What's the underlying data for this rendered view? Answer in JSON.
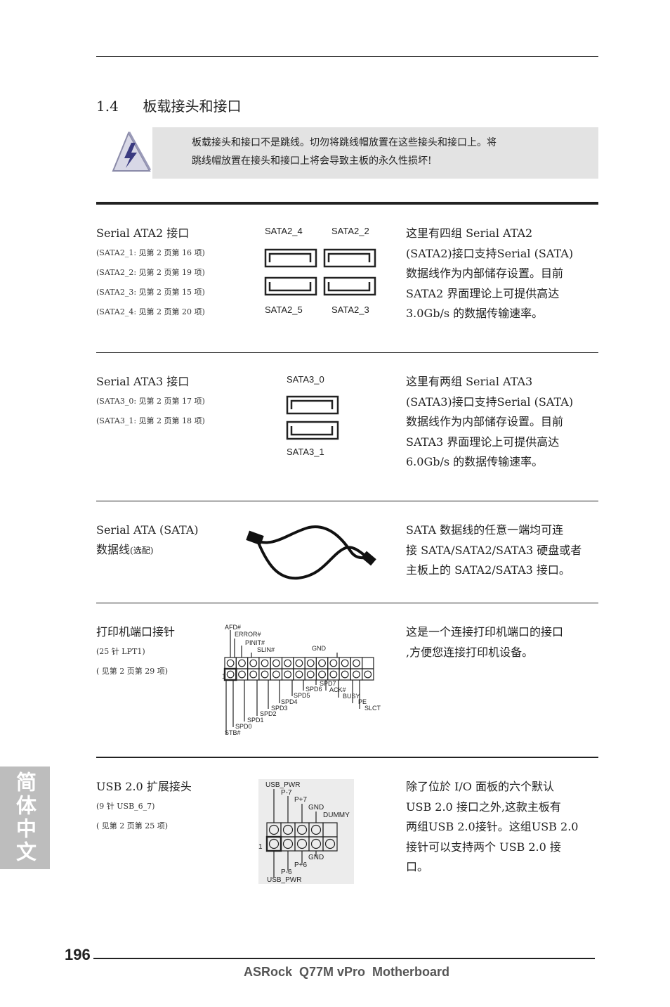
{
  "header": {
    "section_number": "1.4",
    "section_title": "板载接头和接口"
  },
  "warning": {
    "line1": "板载接头和接口不是跳线。切勿将跳线帽放置在这些接头和接口上。将",
    "line2": "跳线帽放置在接头和接口上将会导致主板的永久性损坏!"
  },
  "sata2": {
    "title": "Serial ATA2 接口",
    "refs": [
      "(SATA2_1: 见第 2 页第 16 项)",
      "(SATA2_2: 见第 2 页第 19 项)",
      "(SATA2_3: 见第 2 页第 15 项)",
      "(SATA2_4: 见第 2 页第 20 项)"
    ],
    "labels": {
      "top_left": "SATA2_4",
      "top_right": "SATA2_2",
      "bottom_left": "SATA2_5",
      "bottom_right": "SATA2_3"
    },
    "desc": [
      "这里有四组 Serial ATA2",
      "(SATA2)接口支持Serial (SATA)",
      "数据线作为内部储存设置。目前",
      "SATA2 界面理论上可提供高达",
      "3.0Gb/s 的数据传输速率。"
    ]
  },
  "sata3": {
    "title": "Serial ATA3 接口",
    "refs": [
      "(SATA3_0: 见第 2 页第 17 项)",
      "(SATA3_1: 见第 2 页第 18 项)"
    ],
    "labels": {
      "top": "SATA3_0",
      "bottom": "SATA3_1"
    },
    "desc": [
      "这里有两组 Serial ATA3",
      "(SATA3)接口支持Serial (SATA)",
      "数据线作为内部储存设置。目前",
      "SATA3 界面理论上可提供高达",
      "6.0Gb/s 的数据传输速率。"
    ]
  },
  "sata_cable": {
    "title": "Serial ATA (SATA)",
    "title2": "数据线",
    "note": "(选配)",
    "desc": [
      "SATA 数据线的任意一端均可连",
      "接 SATA/SATA2/SATA3 硬盘或者",
      "主板上的 SATA2/SATA3 接口。"
    ]
  },
  "lpt": {
    "title": "打印机端口接针",
    "refs": [
      "(25 针 LPT1)",
      "( 见第 2 页第 29 项)"
    ],
    "pin_top": [
      "AFD#",
      "ERROR#",
      "PINIT#",
      "SLIN#",
      "GND"
    ],
    "pin_bottom": [
      "SPD7",
      "ACK#",
      "SPD6",
      "SPD5",
      "BUSY",
      "PE",
      "SPD4",
      "SLCT",
      "SPD3",
      "SPD2",
      "SPD1",
      "SPD0",
      "STB#"
    ],
    "pin1": "1",
    "desc": [
      "这是一个连接打印机端口的接口",
      ",方便您连接打印机设备。"
    ]
  },
  "usb": {
    "title": "USB 2.0 扩展接头",
    "refs": [
      "(9 针 USB_6_7)",
      "( 见第 2 页第 25 项)"
    ],
    "pins": {
      "usb_pwr_top": "USB_PWR",
      "p7": "P-7",
      "p7p": "P+7",
      "gnd_top": "GND",
      "dummy": "DUMMY",
      "pin1": "1",
      "gnd_bottom": "GND",
      "p6p": "P+6",
      "p6": "P-6",
      "usb_pwr_bottom": "USB_PWR"
    },
    "desc": [
      "除了位於 I/O 面板的六个默认",
      "USB 2.0 接口之外,这款主板有",
      "两组USB 2.0接针。这组USB 2.0",
      "接针可以支持两个 USB 2.0 接",
      "口。"
    ]
  },
  "side_tab": "简体中文",
  "footer": {
    "page_number": "196",
    "product": "ASRock  Q77M vPro  Motherboard"
  }
}
